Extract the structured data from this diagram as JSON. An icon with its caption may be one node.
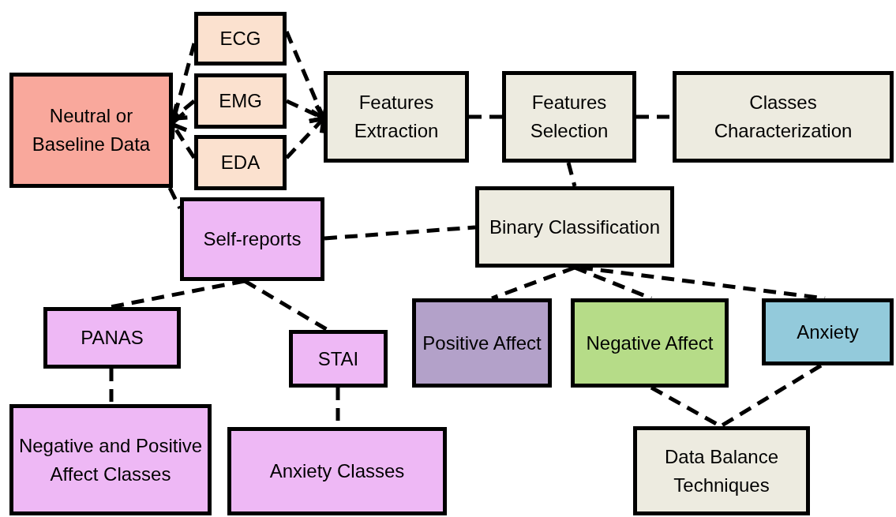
{
  "diagram": {
    "nodes": [
      {
        "text": [
          "Neutral or Baseline Data"
        ]
      },
      {
        "text": [
          "ECG"
        ]
      },
      {
        "text": [
          "EMG"
        ]
      },
      {
        "text": [
          "EDA"
        ]
      },
      {
        "text": [
          "Features Extraction"
        ]
      },
      {
        "text": [
          "Features Selection"
        ]
      },
      {
        "text": [
          "Classes Characterization"
        ]
      },
      {
        "text": [
          "Self-reports"
        ]
      },
      {
        "text": [
          "Binary Classification"
        ]
      },
      {
        "text": [
          "PANAS"
        ]
      },
      {
        "text": [
          "STAI"
        ]
      },
      {
        "text": [
          "Positive Affect"
        ]
      },
      {
        "text": [
          "Negative Affect"
        ]
      },
      {
        "text": [
          "Anxiety"
        ]
      },
      {
        "text": [
          "Negative and Positive Affect Classes"
        ]
      },
      {
        "text": [
          "Anxiety Classes"
        ]
      },
      {
        "text": [
          "Data Balance Techniques"
        ]
      }
    ],
    "edges": [
      {
        "from": 1,
        "to": 0,
        "arrow": "to",
        "style": "dashed"
      },
      {
        "from": 2,
        "to": 0,
        "arrow": "to",
        "style": "dashed"
      },
      {
        "from": 3,
        "to": 0,
        "arrow": "to",
        "style": "dashed"
      },
      {
        "from": 1,
        "to": 4,
        "arrow": "to",
        "style": "dashed"
      },
      {
        "from": 2,
        "to": 4,
        "arrow": "to",
        "style": "dashed"
      },
      {
        "from": 3,
        "to": 4,
        "arrow": "to",
        "style": "dashed"
      },
      {
        "from": 0,
        "to": 7,
        "arrow": "none",
        "style": "dashed"
      },
      {
        "from": 4,
        "to": 5,
        "arrow": "none",
        "style": "dashed"
      },
      {
        "from": 5,
        "to": 6,
        "arrow": "none",
        "style": "dashed"
      },
      {
        "from": 5,
        "to": 8,
        "arrow": "none",
        "style": "dashed"
      },
      {
        "from": 7,
        "to": 8,
        "arrow": "none",
        "style": "dashed"
      },
      {
        "from": 8,
        "to": 11,
        "arrow": "none",
        "style": "dashed"
      },
      {
        "from": 8,
        "to": 12,
        "arrow": "none",
        "style": "dashed"
      },
      {
        "from": 8,
        "to": 13,
        "arrow": "none",
        "style": "dashed"
      },
      {
        "from": 7,
        "to": 9,
        "arrow": "none",
        "style": "dashed"
      },
      {
        "from": 7,
        "to": 10,
        "arrow": "none",
        "style": "dashed"
      },
      {
        "from": 9,
        "to": 14,
        "arrow": "none",
        "style": "dashed"
      },
      {
        "from": 10,
        "to": 15,
        "arrow": "none",
        "style": "dashed"
      },
      {
        "from": 12,
        "to": 16,
        "arrow": "none",
        "style": "dashed"
      },
      {
        "from": 13,
        "to": 16,
        "arrow": "none",
        "style": "dashed"
      }
    ]
  }
}
